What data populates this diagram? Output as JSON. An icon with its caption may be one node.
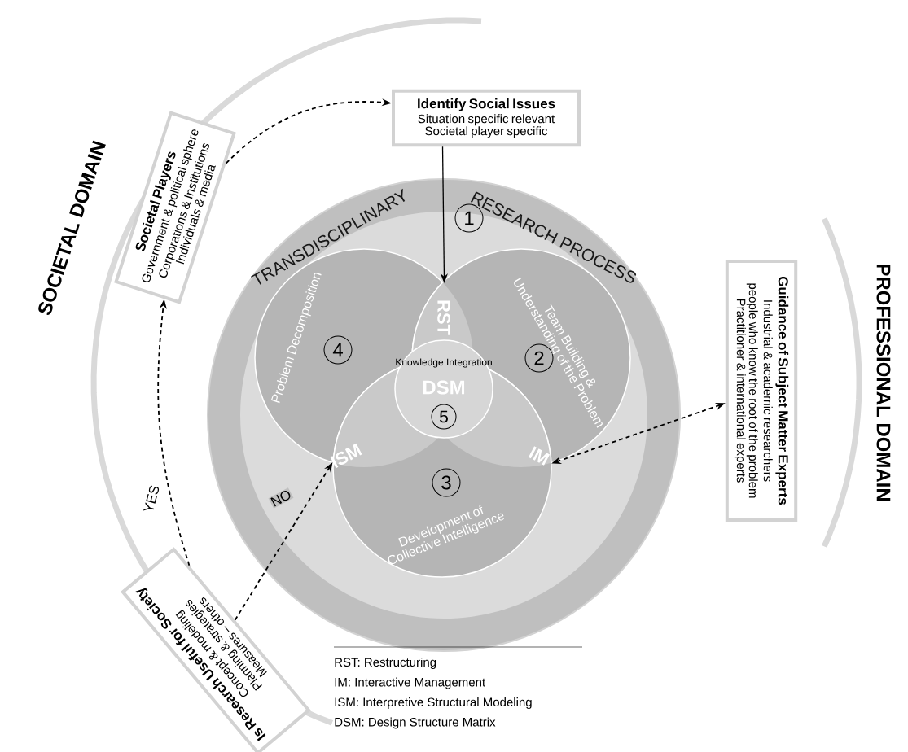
{
  "diagram": {
    "nodes": [
      {
        "text": [
          "Identify Social Issues",
          "Situation specific relevant",
          "Societal player specific"
        ]
      },
      {
        "text": [
          "Societal  Players",
          "Government & political sphere",
          "Corporations & Institutions",
          "Individuals & media"
        ]
      },
      {
        "text": [
          "Is Research Useful for Society",
          "Concept & modeling",
          "Planning & strategies",
          "Measures – others"
        ]
      },
      {
        "text": [
          "Guidance of Subject Matter Experts",
          "Industrial & academic researchers",
          "people who know the root of the problem",
          "Practitioner & international experts"
        ]
      },
      {
        "text": [
          "TRANSDISCIPLINARY",
          "RESEARCH PROCESS"
        ]
      },
      {
        "text": [
          "Problem Decomposition",
          "4"
        ],
        "in": 4
      },
      {
        "text": [
          "Team Building & Understanding of the Problem",
          "2"
        ],
        "in": 4
      },
      {
        "text": [
          "Development of Collective Intelligence",
          "3"
        ],
        "in": 4
      },
      {
        "text": [
          "Knowledge Integration",
          "DSM",
          "5"
        ],
        "in": 4
      }
    ],
    "edges": [
      {
        "from": 0,
        "to": 5,
        "arrow": "to"
      },
      {
        "from": 1,
        "to": 0,
        "arrow": "to",
        "style": "dashed"
      },
      {
        "from": 2,
        "to": 1,
        "arrow": "to",
        "style": "dashed",
        "label": "YES"
      },
      {
        "from": 2,
        "to": 7,
        "arrow": "to",
        "style": "dashed",
        "label": "NO"
      },
      {
        "from": 3,
        "to": 6,
        "arrow": "both",
        "style": "dashed"
      }
    ],
    "labels": [
      "SOCIETAL DOMAIN",
      "PROFESSIONAL DOMAIN",
      "1",
      "RST",
      "ISM",
      "IM",
      "RST: Restructuring",
      "IM: Interactive Management",
      "ISM: Interpretive Structural Modeling",
      "DSM: Design Structure Matrix"
    ]
  }
}
